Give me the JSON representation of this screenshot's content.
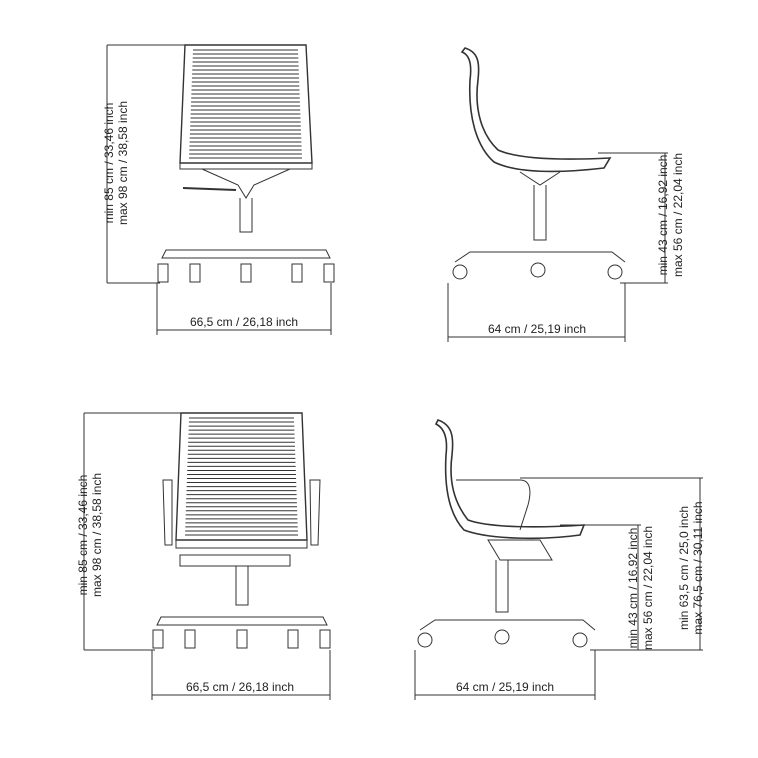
{
  "views": [
    {
      "name": "front-view-without-armrests",
      "height_min": "min 85 cm / 33,46 inch",
      "height_max": "max 98 cm / 38,58 inch",
      "width": "66,5 cm / 26,18 inch"
    },
    {
      "name": "side-view-without-armrests",
      "seat_min": "min 43 cm / 16,92 inch",
      "seat_max": "max 56 cm / 22,04 inch",
      "depth": "64 cm / 25,19 inch"
    },
    {
      "name": "front-view-with-armrests",
      "height_min": "min 85 cm / 33,46 inch",
      "height_max": "max 98 cm / 38,58 inch",
      "width": "66,5 cm / 26,18 inch"
    },
    {
      "name": "side-view-with-armrests",
      "seat_min": "min 43 cm / 16,92 inch",
      "seat_max": "max 56 cm / 22,04 inch",
      "arm_min": "min 63,5 cm / 25,0 inch",
      "arm_max": "max 76,5 cm / 30,11 inch",
      "depth": "64 cm / 25,19 inch"
    }
  ]
}
